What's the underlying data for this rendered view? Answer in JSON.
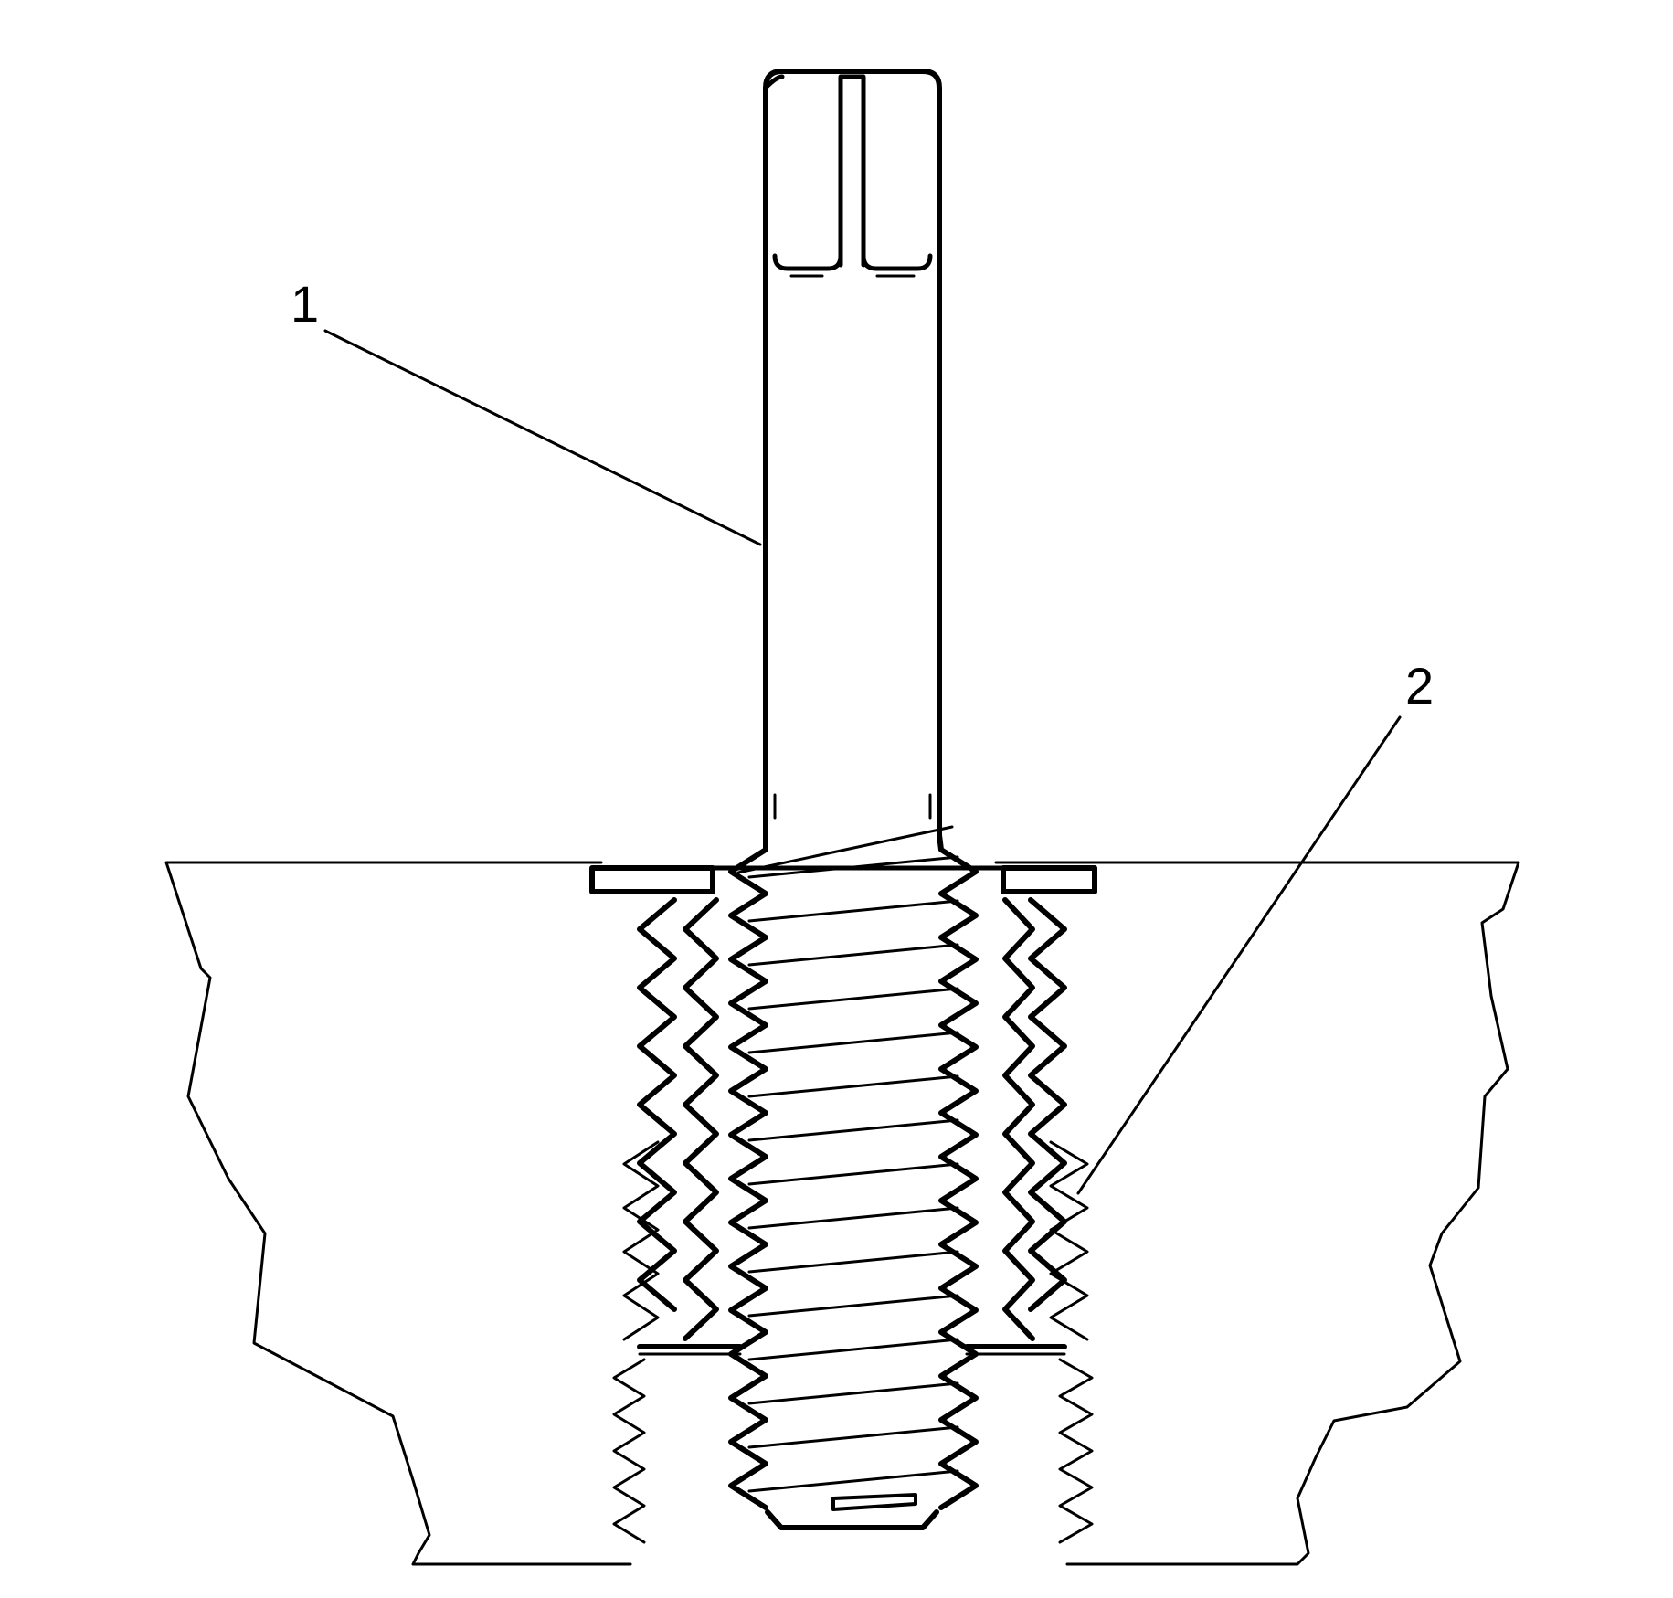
{
  "figure": {
    "callouts": [
      {
        "id": "1",
        "label": "1"
      },
      {
        "id": "2",
        "label": "2"
      }
    ],
    "colors": {
      "ink": "#000000",
      "background": "#ffffff"
    }
  }
}
